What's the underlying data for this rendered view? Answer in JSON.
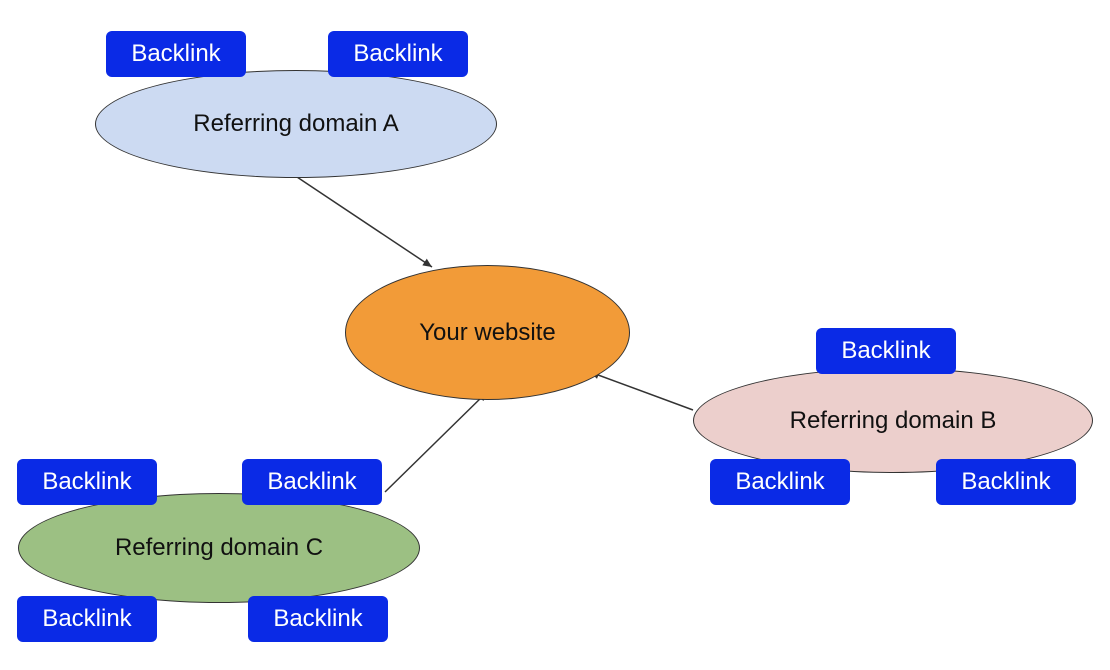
{
  "diagram": {
    "center": {
      "label": "Your website",
      "color": "#f29b38"
    },
    "domains": [
      {
        "label": "Referring domain A",
        "color": "#ccdaf2"
      },
      {
        "label": "Referring domain B",
        "color": "#eccfcc"
      },
      {
        "label": "Referring domain C",
        "color": "#9cc083"
      }
    ],
    "backlink_label": "Backlink",
    "backlink_color": "#0a2ae6",
    "edge_color": "#333333"
  }
}
